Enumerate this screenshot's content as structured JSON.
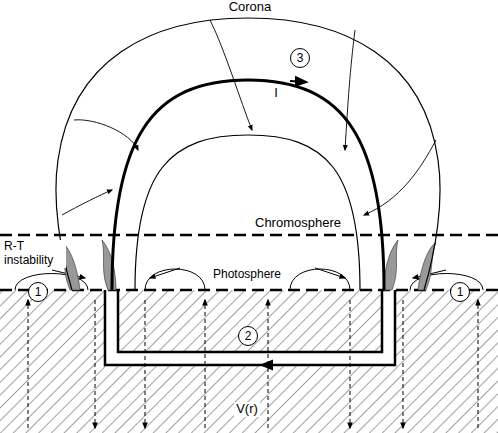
{
  "diagram": {
    "nodes": [
      {
        "text": [
          "3"
        ]
      },
      {
        "text": [
          "1"
        ]
      },
      {
        "text": [
          "1"
        ]
      },
      {
        "text": [
          "2"
        ]
      }
    ],
    "labels": [
      "Corona",
      "I",
      "Chromosphere",
      "R-T instability",
      "Photosphere",
      "V(r)"
    ]
  }
}
